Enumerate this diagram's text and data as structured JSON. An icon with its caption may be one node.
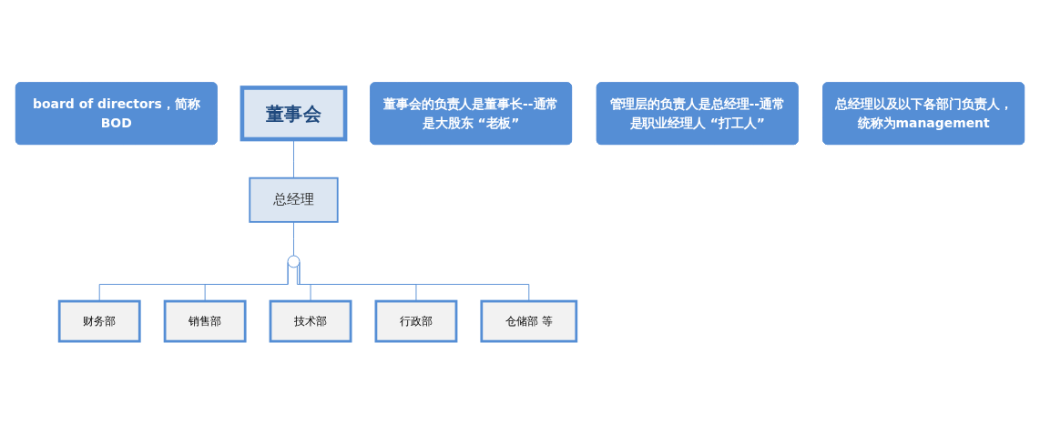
{
  "diagram": {
    "nodes": [
      {
        "text": [
          "board of directors，简称BOD"
        ]
      },
      {
        "text": [
          "董事会"
        ]
      },
      {
        "text": [
          "董事会的负责人是董事长--通常是大股东 “老板”"
        ]
      },
      {
        "text": [
          "总经理"
        ]
      },
      {
        "text": [
          "管理层的负责人是总经理--通常是职业经理人 “打工人”"
        ]
      },
      {
        "text": [],
        "shape": "circle"
      },
      {
        "text": [
          "财务部"
        ]
      },
      {
        "text": [
          "销售部"
        ]
      },
      {
        "text": [
          "技术部"
        ]
      },
      {
        "text": [
          "行政部"
        ]
      },
      {
        "text": [
          "仓储部 等"
        ]
      },
      {
        "text": [
          "总经理以及以下各部门负责人，统称为management"
        ]
      }
    ],
    "edges": [
      {
        "from": 1,
        "to": 3,
        "arrow": "none"
      },
      {
        "from": 3,
        "to": 5,
        "arrow": "none"
      },
      {
        "from": 5,
        "to": 6,
        "arrow": "none"
      },
      {
        "from": 5,
        "to": 7,
        "arrow": "none"
      },
      {
        "from": 5,
        "to": 8,
        "arrow": "none"
      },
      {
        "from": 5,
        "to": 9,
        "arrow": "none"
      },
      {
        "from": 5,
        "to": 10,
        "arrow": "none"
      }
    ]
  }
}
